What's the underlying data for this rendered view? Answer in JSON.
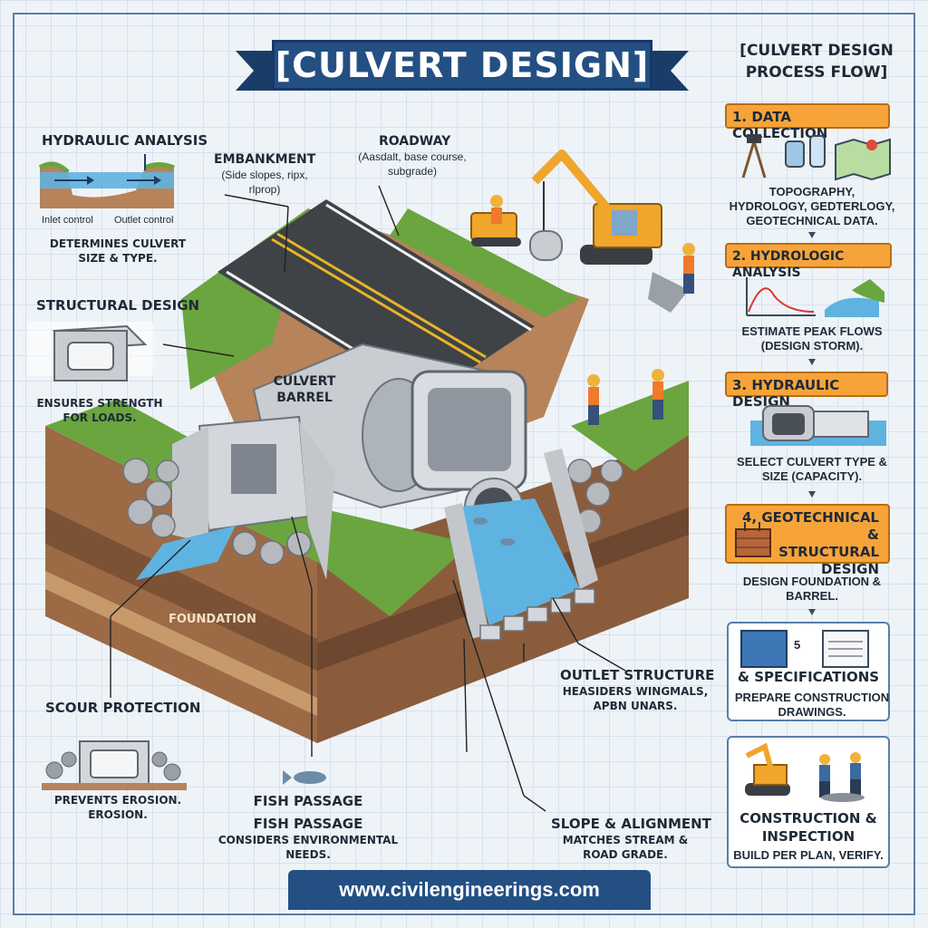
{
  "title": "[CULVERT DESIGN]",
  "process": {
    "title_line1": "[CULVERT DESIGN",
    "title_line2": "PROCESS FLOW]",
    "steps": [
      {
        "label": "1. DATA COLLECTION",
        "desc_line1": "TOPOGRAPHY,",
        "desc_line2": "HYDROLOGY, GEDTERLOGY,",
        "desc_line3": "GEOTECHNICAL DATA."
      },
      {
        "label": "2. HYDROLOGIC ANALYSIS",
        "desc_line1": "ESTIMATE PEAK FLOWS",
        "desc_line2": "(DESIGN STORM)."
      },
      {
        "label": "3. HYDRAULIC DESIGN",
        "desc_line1": "SELECT CULVERT TYPE &",
        "desc_line2": "SIZE (CAPACITY)."
      },
      {
        "label_line1": "4, GEOTECHNICAL &",
        "label_line2": "STRUCTURAL",
        "label_line3": "DESIGN",
        "desc_line1": "DESIGN FOUNDATION &",
        "desc_line2": "BARREL."
      },
      {
        "number": "5",
        "label": "& SPECIFICATIONS",
        "desc_line1": "PREPARE CONSTRUCTION",
        "desc_line2": "DRAWINGS."
      },
      {
        "label_line1": "CONSTRUCTION &",
        "label_line2": "INSPECTION",
        "desc": "BUILD PER PLAN, VERIFY."
      }
    ]
  },
  "callouts": {
    "hydraulic": {
      "title": "HYDRAULIC ANALYSIS",
      "inlet": "Inlet control",
      "outlet": "Outlet control",
      "desc_line1": "DETERMINES CULVERT",
      "desc_line2": "SIZE & TYPE."
    },
    "embankment": {
      "title": "EMBANKMENT",
      "desc_line1": "(Side slopes, ripx,",
      "desc_line2": "rlprop)"
    },
    "roadway": {
      "title": "ROADWAY",
      "desc_line1": "(Aasdalt, base course,",
      "desc_line2": "subgrade)"
    },
    "structural": {
      "title": "STRUCTURAL DESIGN",
      "desc_line1": "ENSURES STRENGTH",
      "desc_line2": "FOR LOADS."
    },
    "barrel": {
      "line1": "CULVERT",
      "line2": "BARREL"
    },
    "foundation": "FOUNDATION",
    "scour": {
      "title": "SCOUR PROTECTION",
      "desc_line1": "PREVENTS EROSION.",
      "desc_line2": "EROSION."
    },
    "fish": {
      "title1": "FISH PASSAGE",
      "title2": "FISH PASSAGE",
      "desc_line1": "CONSIDERS ENVIRONMENTAL",
      "desc_line2": "NEEDS."
    },
    "outlet": {
      "title": "OUTLET STRUCTURE",
      "desc_line1": "HEASIDERS WINGMALS,",
      "desc_line2": "APBN UNARS."
    },
    "slope": {
      "title": "SLOPE & ALIGNMENT",
      "desc_line1": "MATCHES STREAM &",
      "desc_line2": "ROAD GRADE."
    }
  },
  "footer": "www.civilengineerings.com",
  "colors": {
    "banner": "#244f83",
    "step": "#f6a43a",
    "grass": "#6aa53f",
    "soil": "#b7835a",
    "water": "#5fb3e0",
    "concrete": "#c9ccd1"
  }
}
